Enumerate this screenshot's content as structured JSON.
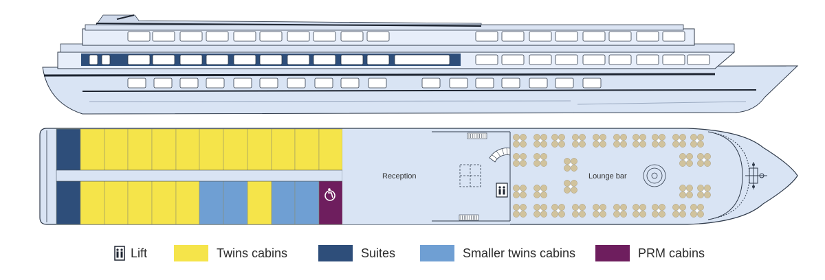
{
  "colors": {
    "twins": "#f5e44a",
    "suites": "#2e4e7a",
    "smaller_twins": "#6f9fd3",
    "prm": "#6e1e5e",
    "hull": "#d9e4f4",
    "hull_light": "#e7eefa",
    "outline": "#2f3a4a",
    "window_band": "#2e4e7a",
    "table": "#d1c39d"
  },
  "deck": {
    "areas": {
      "reception": "Reception",
      "lounge": "Lounge bar"
    },
    "top_row": [
      "suites",
      "twins",
      "twins",
      "twins",
      "twins",
      "twins",
      "twins",
      "twins",
      "twins",
      "twins",
      "twins",
      "twins"
    ],
    "bottom_row": [
      "suites",
      "twins",
      "twins",
      "twins",
      "twins",
      "twins",
      "smaller_twins",
      "smaller_twins",
      "twins",
      "smaller_twins",
      "smaller_twins",
      "prm"
    ]
  },
  "legend": {
    "lift": "Lift",
    "twins": "Twins cabins",
    "suites": "Suites",
    "smaller_twins": "Smaller twins cabins",
    "prm": "PRM cabins"
  }
}
